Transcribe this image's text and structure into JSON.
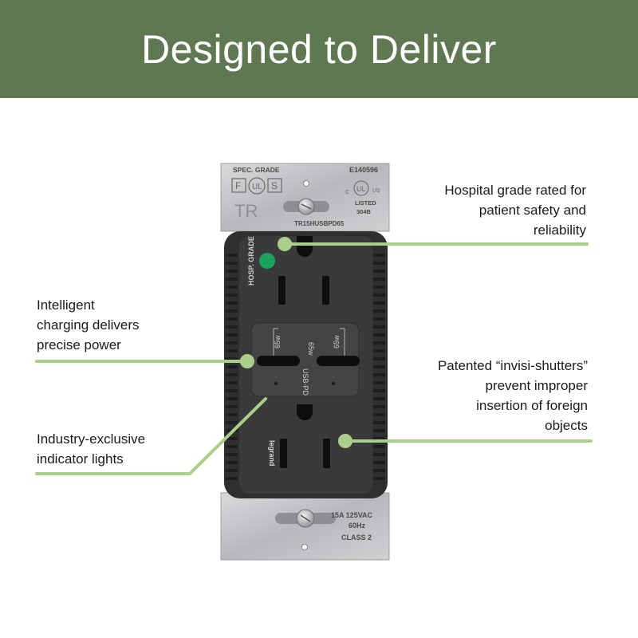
{
  "title": "Designed to Deliver",
  "callouts": {
    "hospital_grade": [
      "Hospital grade rated for",
      "patient safety and",
      "reliability"
    ],
    "intelligent_charging": [
      "Intelligent",
      "charging delivers",
      "precise power"
    ],
    "invisi_shutters": [
      "Patented “invisi-shutters”",
      "prevent improper",
      "insertion of foreign",
      "objects"
    ],
    "indicator_lights": [
      "Industry-exclusive",
      "indicator lights"
    ]
  },
  "device_markings": {
    "spec_grade": "SPEC. GRADE",
    "file_number": "E140596",
    "tr": "TR",
    "listed": "LISTED",
    "listed_code": "304B",
    "model": "TR15HUSBPD65",
    "hosp_grade": "HOSP. GRADE",
    "watt_left": "65w",
    "watt_center": "65w",
    "watt_right": "65w",
    "usb_pd": "USB-PD",
    "brand": "legrand",
    "rating": "15A 125VAC",
    "frequency": "60Hz",
    "class": "CLASS 2",
    "ul_mark": "UL",
    "us_mark": "US",
    "c_mark": "c"
  },
  "colors": {
    "banner": "#5f7851",
    "callout_line": "#a9cf8a",
    "indicator": "#1aa35a",
    "receptacle_body": "#333333",
    "receptacle_face": "#3d3d3d"
  }
}
